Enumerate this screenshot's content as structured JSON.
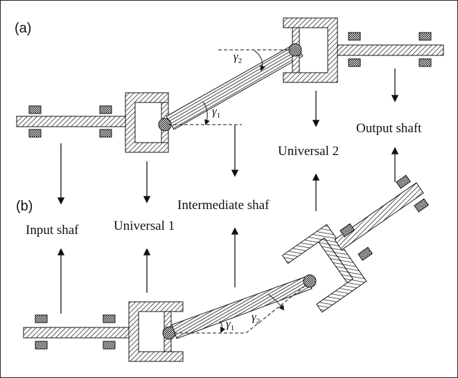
{
  "panels": {
    "a": "(a)",
    "b": "(b)"
  },
  "labels": {
    "input_shaft": "Input shaf",
    "universal_1": "Universal 1",
    "intermediate_shaft": "Intermediate shaf",
    "universal_2": "Universal 2",
    "output_shaft": "Output shaft"
  },
  "angles": {
    "gamma": "γ",
    "sub_1": "1",
    "sub_2": "2"
  },
  "colors": {
    "line": "#111111",
    "background": "#ffffff"
  }
}
